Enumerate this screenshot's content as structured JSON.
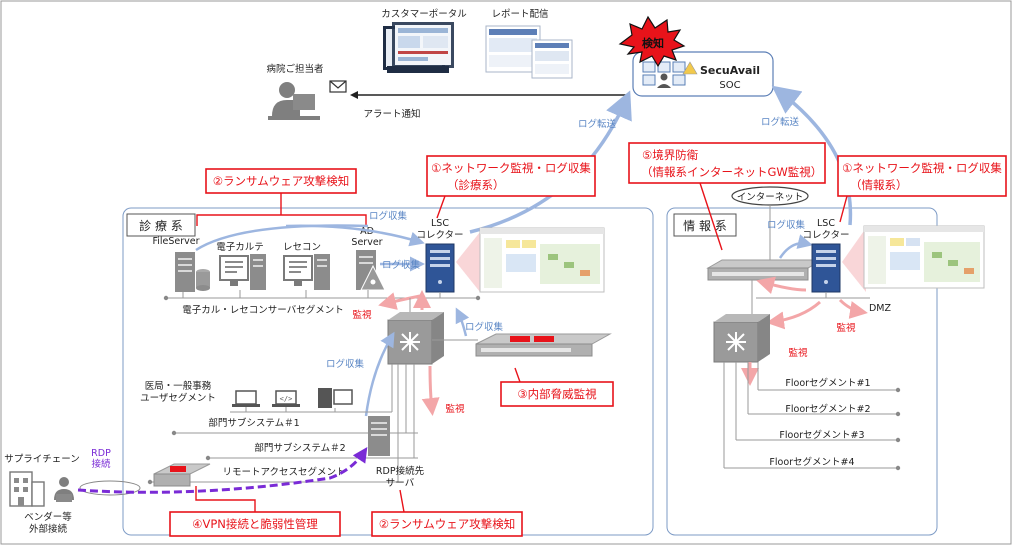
{
  "header": {
    "customer_portal": "カスタマーポータル",
    "report_delivery": "レポート配信",
    "hospital_staff": "病院ご担当者",
    "alert_notice": "アラート通知"
  },
  "soc": {
    "detect": "検知",
    "name": "SecuAvail",
    "sub": "SOC"
  },
  "flows": {
    "log_transfer_left": "ログ転送",
    "log_transfer_right": "ログ転送",
    "log_collect_1": "ログ収集",
    "log_collect_2": "ログ収集",
    "log_collect_3": "ログ収集",
    "log_collect_4": "ログ収集",
    "log_collect_info": "ログ収集",
    "monitor_1": "監視",
    "monitor_2": "監視",
    "monitor_info_1": "監視",
    "monitor_info_2": "監視"
  },
  "callouts": {
    "ransomware_top": "②ランサムウェア攻撃検知",
    "network_med_1": "①ネットワーク監視・ログ収集",
    "network_med_2": "（診療系）",
    "border_1": "⑤境界防衛",
    "border_2": "（情報系インターネットGW監視）",
    "network_info_1": "①ネットワーク監視・ログ収集",
    "network_info_2": "（情報系）",
    "internal_threat": "③内部脅威監視",
    "vpn": "④VPN接続と脆弱性管理",
    "ransomware_bottom": "②ランサムウェア攻撃検知"
  },
  "medical": {
    "zone_title": "診 療 系",
    "fileserver": "FileServer",
    "emr": "電子カルテ",
    "receipt": "レセコン",
    "ad_1": "AD",
    "ad_2": "Server",
    "lsc_1": "LSC",
    "lsc_2": "コレクター",
    "server_segment": "電子カル・レセコンサーバセグメント",
    "user_seg_1": "医局・一般事務",
    "user_seg_2": "ユーザセグメント",
    "dept_sub_1": "部門サブシステム＃1",
    "dept_sub_2": "部門サブシステム＃2",
    "remote_seg": "リモートアクセスセグメント",
    "rdp_server_1": "RDP接続先",
    "rdp_server_2": "サーバ"
  },
  "info": {
    "zone_title": "情 報 系",
    "internet": "インターネット",
    "lsc_1": "LSC",
    "lsc_2": "コレクター",
    "dmz": "DMZ",
    "floor_1": "Floorセグメント#1",
    "floor_2": "Floorセグメント#2",
    "floor_3": "Floorセグメント#3",
    "floor_4": "Floorセグメント#4"
  },
  "external": {
    "supply_chain": "サプライチェーン",
    "rdp_1": "RDP",
    "rdp_2": "接続",
    "vendor_1": "ベンダー等",
    "vendor_2": "外部接続"
  },
  "colors": {
    "accent_red": "#e8131a",
    "flow_blue": "#9db6e0",
    "monitor_pink": "#f3a6a8",
    "rdp_purple": "#7a2bd6",
    "zone_border": "#7d9bc6"
  }
}
